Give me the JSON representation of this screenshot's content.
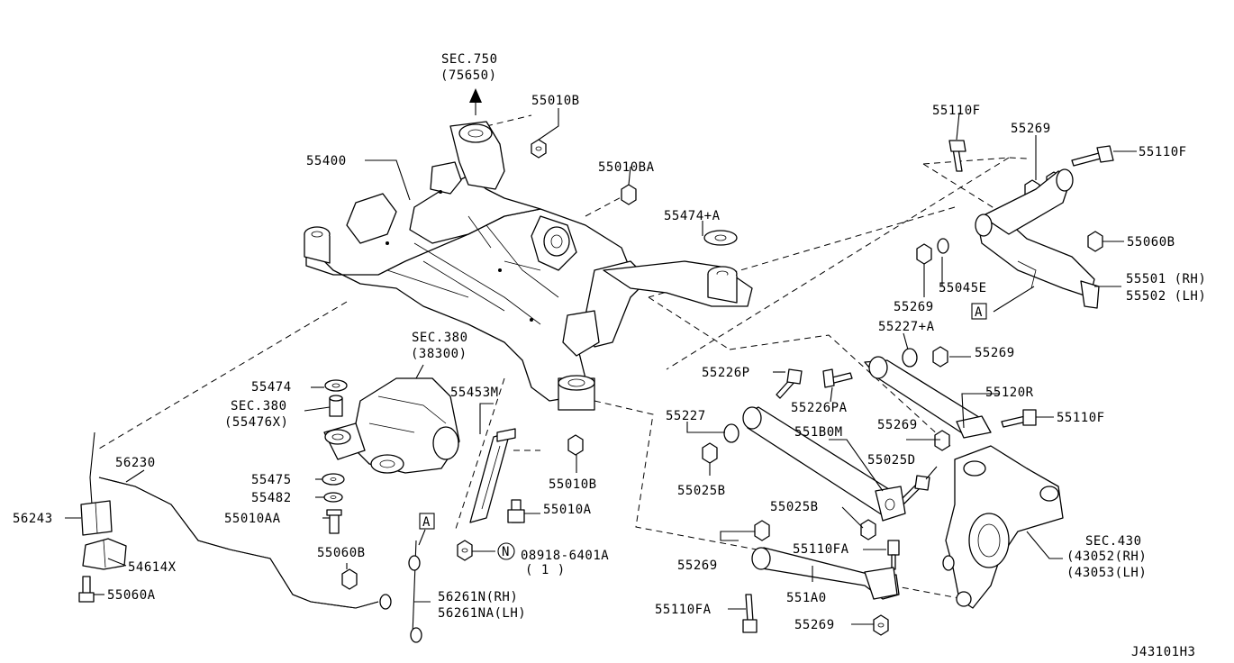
{
  "labels": {
    "sec750": "SEC.750",
    "sec750_sub": "(75650)",
    "p55010B_top": "55010B",
    "p55400": "55400",
    "p55010BA": "55010BA",
    "p55474A": "55474+A",
    "p55110F_top": "55110F",
    "p55269_top": "55269",
    "p55110F_right": "55110F",
    "p55060B_right": "55060B",
    "p55269_mid": "55269",
    "p55045E": "55045E",
    "p55501": "55501 (RH)",
    "p55502": "55502 (LH)",
    "boxA_right": "A",
    "p55227A": "55227+A",
    "p55269_b": "55269",
    "sec380": "SEC.380",
    "sec380_sub": "(38300)",
    "p55474": "55474",
    "sec380b": "SEC.380",
    "sec380b_sub": "(55476X)",
    "p55453M": "55453M",
    "p55226P": "55226P",
    "p55226PA": "55226PA",
    "p55120R": "55120R",
    "p55227": "55227",
    "p551B0M": "551B0M",
    "p55269_c": "55269",
    "p55110F_c": "55110F",
    "p55025B_a": "55025B",
    "p55025D": "55025D",
    "p56230": "56230",
    "p56243": "56243",
    "p54614X": "54614X",
    "p55060A": "55060A",
    "p55475": "55475",
    "p55482": "55482",
    "p55010AA": "55010AA",
    "p55060B_low": "55060B",
    "p55010B_low": "55010B",
    "p55010A": "55010A",
    "boxA_low": "A",
    "nut_circle": "N",
    "p08918": "08918-6401A",
    "p08918_qty": "( 1 )",
    "p56261N": "56261N(RH)",
    "p56261NA": "56261NA(LH)",
    "p55025B_b": "55025B",
    "p55269_d": "55269",
    "p55110FA_a": "55110FA",
    "p551A0": "551A0",
    "p55110FA_b": "55110FA",
    "p55269_e": "55269",
    "sec430": "SEC.430",
    "sec430_rh": "(43052(RH)",
    "sec430_lh": "(43053(LH)",
    "diagram_id": "J43101H3"
  },
  "colors": {
    "ink": "#000000",
    "paper": "#ffffff"
  }
}
